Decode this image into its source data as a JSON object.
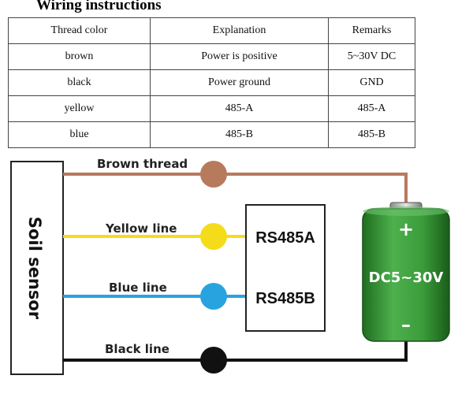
{
  "title": "Wiring instructions",
  "table": {
    "headers": [
      "Thread color",
      "Explanation",
      "Remarks"
    ],
    "rows": [
      [
        "brown",
        "Power is positive",
        "5~30V DC"
      ],
      [
        "black",
        "Power ground",
        "GND"
      ],
      [
        "yellow",
        "485-A",
        "485-A"
      ],
      [
        "blue",
        "485-B",
        "485-B"
      ]
    ]
  },
  "diagram": {
    "sensor_label": "Soil sensor",
    "wires": {
      "brown": {
        "label": "Brown thread",
        "color": "#b87a5c"
      },
      "yellow": {
        "label": "Yellow line",
        "color": "#f5dc1a"
      },
      "blue": {
        "label": "Blue line",
        "color": "#29a3e0"
      },
      "black": {
        "label": "Black line",
        "color": "#111111"
      }
    },
    "rs485": {
      "a_label": "RS485A",
      "b_label": "RS485B"
    },
    "battery": {
      "label": "DC5~30V",
      "plus": "+",
      "minus": "–",
      "color": "#3a9b3a"
    }
  }
}
